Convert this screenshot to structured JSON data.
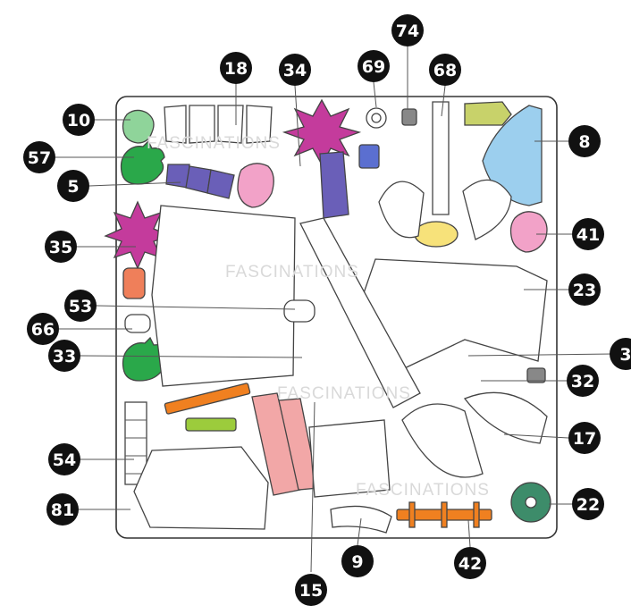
{
  "sheet": {
    "watermark": "FASCINATIONS",
    "colors": {
      "green": "#2aa84a",
      "light_green": "#8fd49a",
      "purple": "#6a5fb8",
      "magenta": "#c43b9c",
      "pink": "#f2a2c8",
      "salmon": "#f2a7a7",
      "orange": "#f08020",
      "lime": "#9ccc3c",
      "yellow": "#f7e27a",
      "light_blue": "#9ccfee",
      "olive": "#c8d26a",
      "dark_green": "#3d8c6a",
      "blue": "#5b6fd0",
      "coral": "#ef7f5a"
    }
  },
  "callouts": [
    {
      "id": "c10",
      "label": "10"
    },
    {
      "id": "c18",
      "label": "18"
    },
    {
      "id": "c34",
      "label": "34"
    },
    {
      "id": "c69",
      "label": "69"
    },
    {
      "id": "c74",
      "label": "74"
    },
    {
      "id": "c68",
      "label": "68"
    },
    {
      "id": "c8",
      "label": "8"
    },
    {
      "id": "c57",
      "label": "57"
    },
    {
      "id": "c5",
      "label": "5"
    },
    {
      "id": "c41",
      "label": "41"
    },
    {
      "id": "c35",
      "label": "35"
    },
    {
      "id": "c23",
      "label": "23"
    },
    {
      "id": "c53",
      "label": "53"
    },
    {
      "id": "c66",
      "label": "66"
    },
    {
      "id": "c3",
      "label": "3"
    },
    {
      "id": "c33",
      "label": "33"
    },
    {
      "id": "c32",
      "label": "32"
    },
    {
      "id": "c17",
      "label": "17"
    },
    {
      "id": "c54",
      "label": "54"
    },
    {
      "id": "c22",
      "label": "22"
    },
    {
      "id": "c81",
      "label": "81"
    },
    {
      "id": "c9",
      "label": "9"
    },
    {
      "id": "c42",
      "label": "42"
    },
    {
      "id": "c15",
      "label": "15"
    }
  ]
}
